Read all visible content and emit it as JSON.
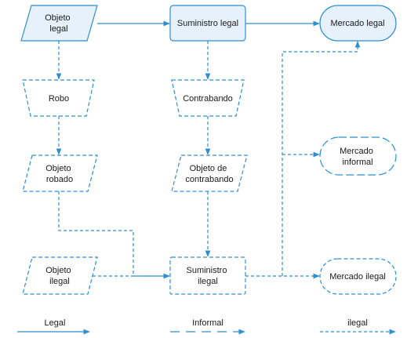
{
  "colors": {
    "stroke": "#2e8fd0",
    "fill_solid": "#e6f1fb",
    "text": "#1a1a1a"
  },
  "nodes": {
    "objeto_legal": [
      "Objeto",
      "legal"
    ],
    "suministro_legal": [
      "Suministro legal"
    ],
    "mercado_legal": [
      "Mercado legal"
    ],
    "robo": [
      "Robo"
    ],
    "contrabando": [
      "Contrabando"
    ],
    "objeto_robado": [
      "Objeto",
      "robado"
    ],
    "objeto_contrabando": [
      "Objeto de",
      "contrabando"
    ],
    "mercado_informal": [
      "Mercado",
      "informal"
    ],
    "objeto_ilegal": [
      "Objeto",
      "ilegal"
    ],
    "suministro_ilegal": [
      "Suministro",
      "ilegal"
    ],
    "mercado_ilegal": [
      "Mercado ilegal"
    ]
  },
  "legend": {
    "legal": "Legal",
    "informal": "Informal",
    "ilegal": "ilegal"
  }
}
